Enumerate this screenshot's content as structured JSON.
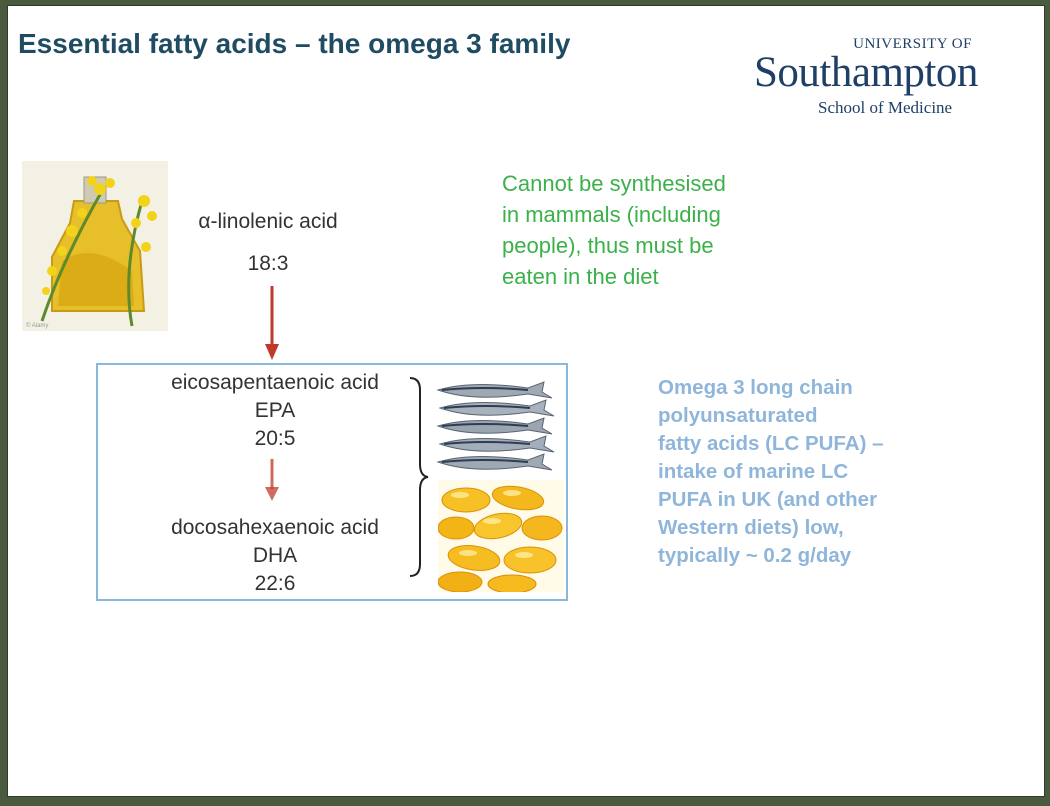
{
  "slide": {
    "title": "Essential fatty acids – the omega 3 family",
    "logo": {
      "line1": "UNIVERSITY OF",
      "line2": "Southampton",
      "line3": "School of Medicine"
    },
    "ala": {
      "name": "α-linolenic acid",
      "ratio": "18:3"
    },
    "epa": {
      "name": "eicosapentaenoic acid",
      "abbr": "EPA",
      "ratio": "20:5"
    },
    "dha": {
      "name": "docosahexaenoic acid",
      "abbr": "DHA",
      "ratio": "22:6"
    },
    "note_green": [
      "Cannot be synthesised",
      "in mammals (including",
      "people), thus must be",
      "eaten in the diet"
    ],
    "note_blue": [
      "Omega 3 long chain",
      "polyunsaturated",
      "fatty acids (LC PUFA) –",
      "intake of marine LC",
      "PUFA in UK (and other",
      "Western diets) low,",
      "typically ~ 0.2 g/day"
    ],
    "photo_credit": "© Alamy",
    "colors": {
      "title": "#1f4c63",
      "green_text": "#3bb14a",
      "blue_text": "#8fb6da",
      "arrow": "#c0392b",
      "box_border": "#8ab8da"
    },
    "images": [
      "rapeseed-oil-photo",
      "sardines-photo",
      "fish-oil-capsules-photo"
    ]
  }
}
